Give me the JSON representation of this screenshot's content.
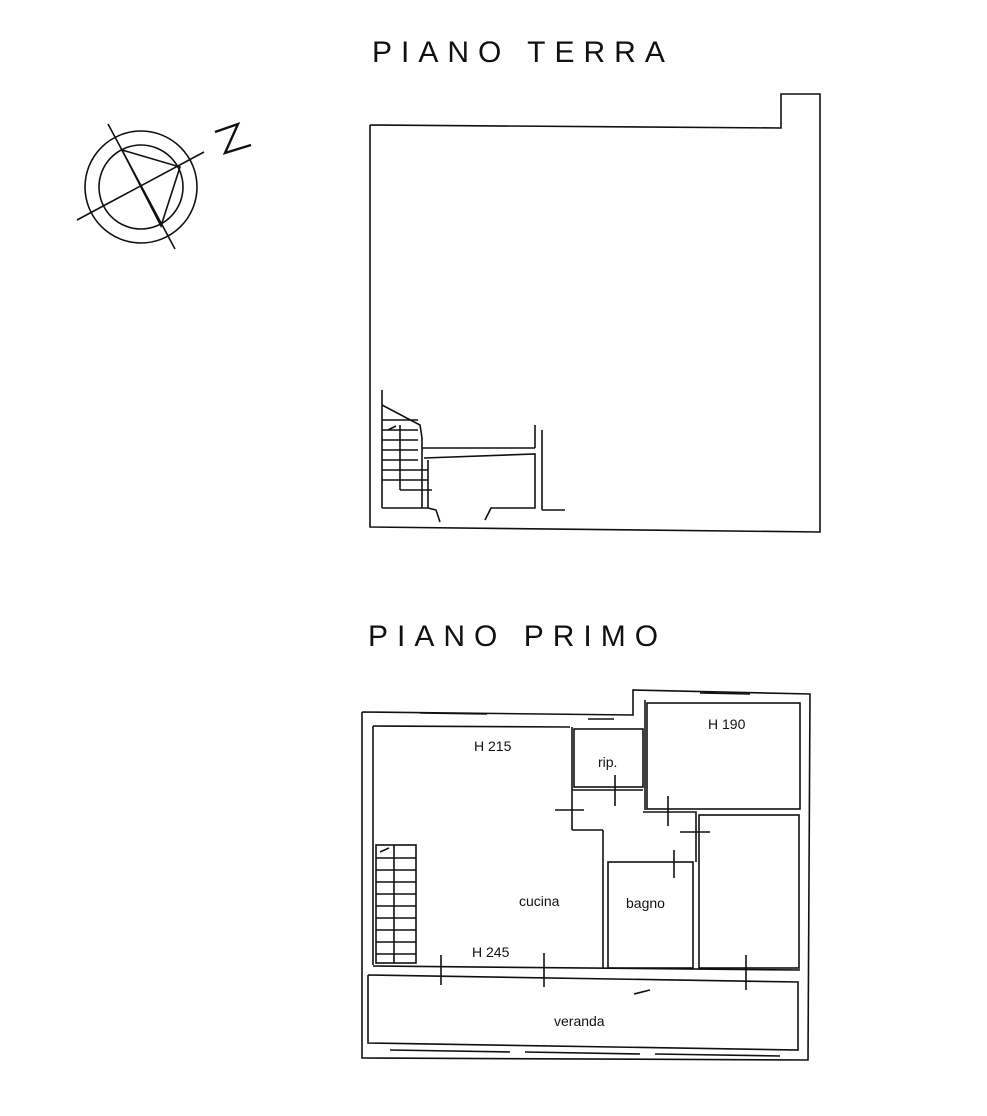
{
  "floors": [
    {
      "id": "piano-terra",
      "title": "PIANO TERRA",
      "rooms": []
    },
    {
      "id": "piano-primo",
      "title": "PIANO PRIMO",
      "rooms": [
        {
          "name": "cucina",
          "labels": [
            "H 215",
            "cucina",
            "H 245"
          ]
        },
        {
          "name": "ripostiglio",
          "labels": [
            "rip."
          ]
        },
        {
          "name": "camera-1",
          "labels": [
            "H 190"
          ]
        },
        {
          "name": "bagno",
          "labels": [
            "bagno"
          ]
        },
        {
          "name": "camera-2",
          "labels": []
        },
        {
          "name": "veranda",
          "labels": [
            "veranda"
          ]
        }
      ]
    }
  ],
  "labels": {
    "h215": "H 215",
    "rip": "rip.",
    "h190": "H 190",
    "cucina": "cucina",
    "h245": "H 245",
    "bagno": "bagno",
    "veranda": "veranda"
  },
  "compass": {
    "north_letter": "N",
    "icon": "north-arrow-compass-icon"
  }
}
